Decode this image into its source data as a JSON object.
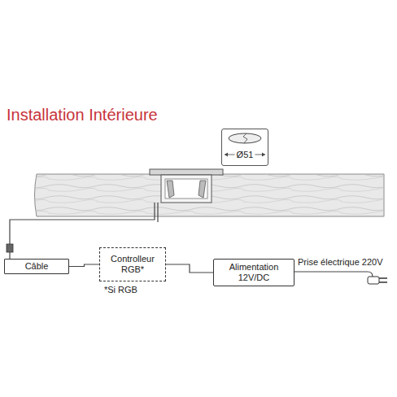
{
  "diagram": {
    "title": "Installation Intérieure",
    "nodes": [
      {
        "text": [
          "Ø51"
        ]
      },
      {
        "text": [
          "Câble"
        ]
      },
      {
        "text": [
          "Controlleur RGB*"
        ]
      },
      {
        "text": [
          "Alimentation 12V/DC"
        ]
      }
    ],
    "edges": [
      {
        "from": 1,
        "to": 2,
        "arrow": "none"
      },
      {
        "from": 2,
        "to": 3,
        "arrow": "none"
      }
    ],
    "labels": [
      "*Si RGB",
      "Prise électrique 220V"
    ]
  }
}
